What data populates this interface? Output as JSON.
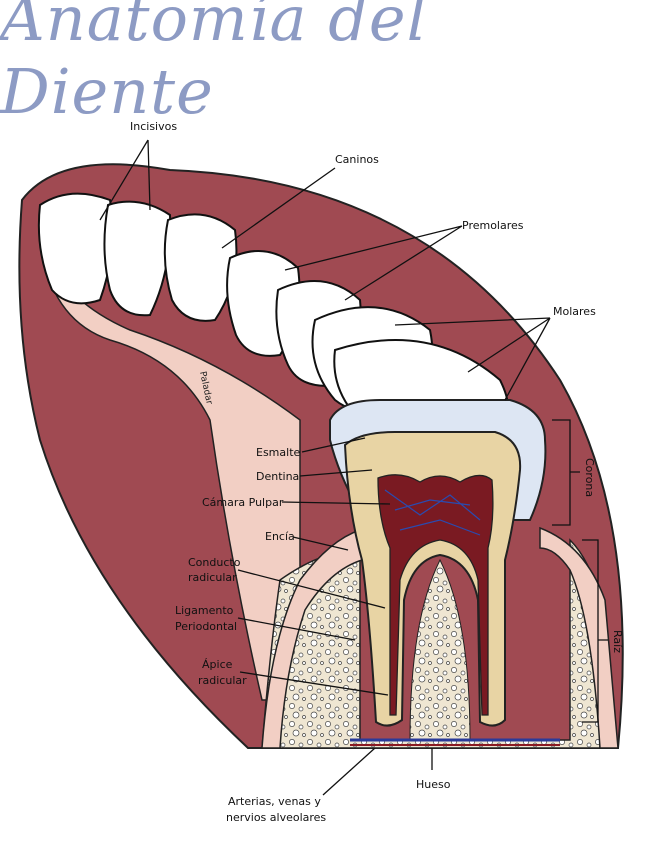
{
  "title": "Anatomía del Diente",
  "labels": {
    "incisivos": "Incisivos",
    "caninos": "Caninos",
    "premolares": "Premolares",
    "molares": "Molares",
    "esmalte": "Esmalte",
    "dentina": "Dentina",
    "camara_pulpar": "Cámara Pulpar",
    "encia": "Encía",
    "conducto_radicular_1": "Conducto",
    "conducto_radicular_2": "radicular",
    "ligamento_1": "Ligamento",
    "ligamento_2": "Periodontal",
    "apice_1": "Ápice",
    "apice_2": "radicular",
    "hueso": "Hueso",
    "arterias_1": "Arterias, venas  y",
    "arterias_2": "nervios alveolares",
    "corona": "Corona",
    "raiz": "Raíz",
    "paladar": "Paladar"
  },
  "colors": {
    "title": "#8d9bc4",
    "gum_dark": "#a04a52",
    "gum_light": "#f2cfc4",
    "enamel": "#dde6f3",
    "dentin": "#e8d4a4",
    "pulp": "#7a1a22",
    "bone": "#efe6d2"
  }
}
